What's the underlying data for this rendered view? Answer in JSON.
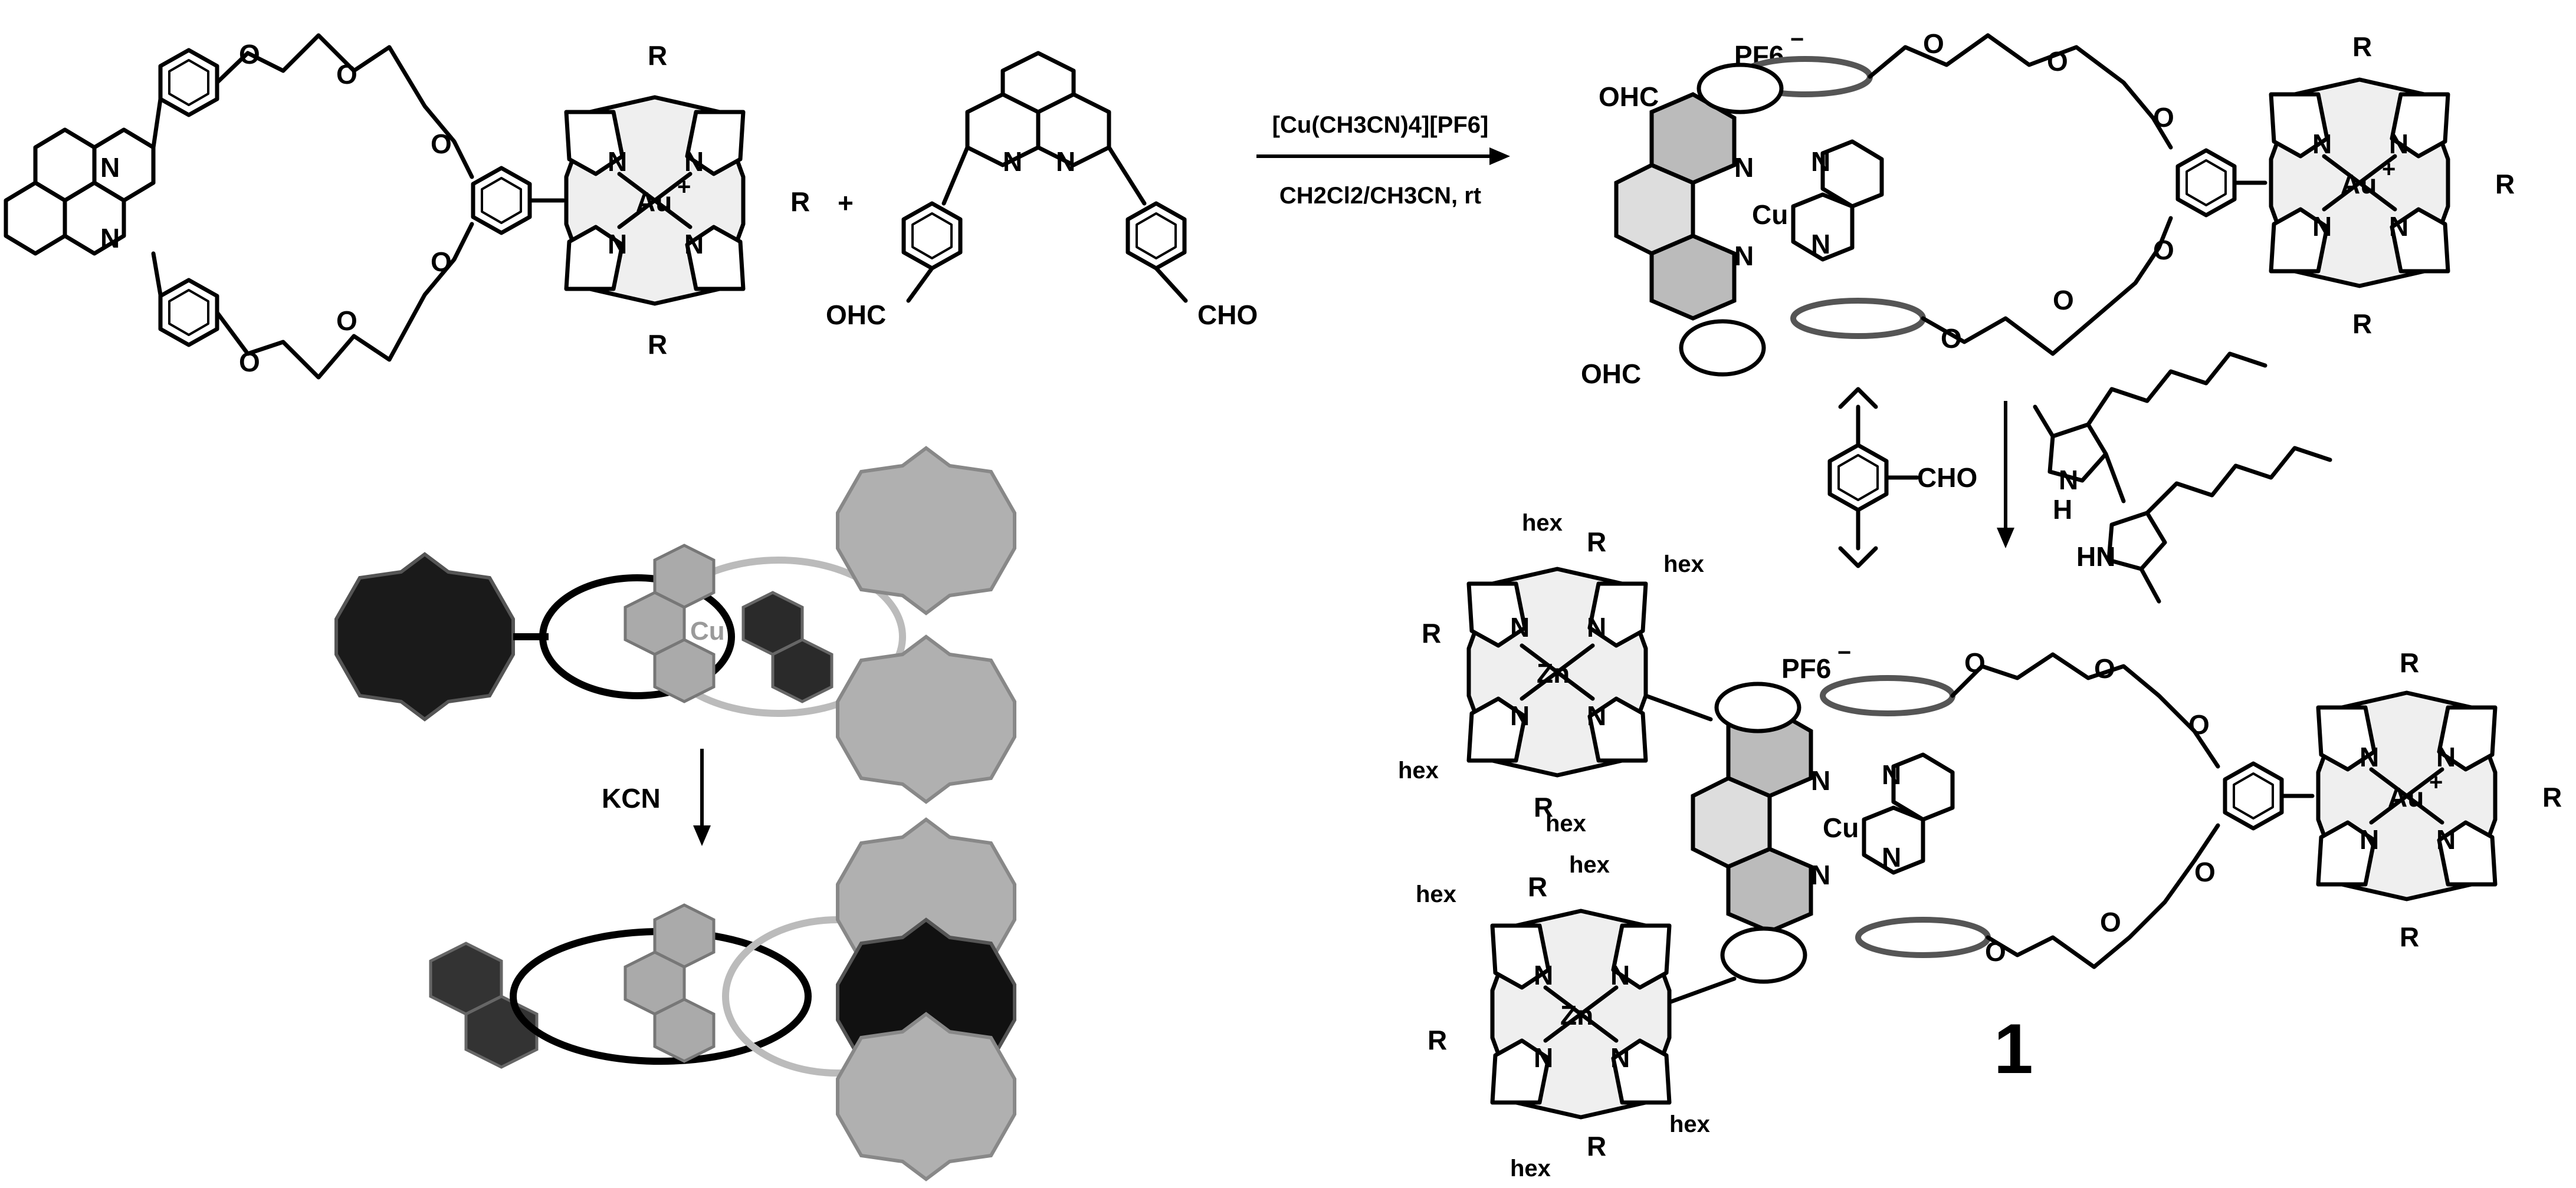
{
  "reaction1": {
    "plus": "+",
    "reagent": "[Cu(CH3CN)4][PF6]",
    "conditions": "CH2Cl2/CH3CN, rt"
  },
  "labels": {
    "N": "N",
    "O": "O",
    "R": "R",
    "Au": "Au",
    "plus_charge": "+",
    "Cu": "Cu",
    "Zn": "Zn",
    "H": "H",
    "HN": "HN",
    "OHC": "OHC",
    "CHO": "CHO",
    "PF6": "PF6",
    "minus_charge": "−",
    "hex": "hex"
  },
  "cartoon": {
    "cu_label": "Cu",
    "kcn_label": "KCN"
  },
  "product": {
    "number": "1"
  },
  "colors": {
    "black": "#000000",
    "dark_gray": "#4a4a4a",
    "mid_gray": "#9a9a9a",
    "light_gray": "#c8c8c8",
    "porphyrin_fill": "#efefef"
  }
}
